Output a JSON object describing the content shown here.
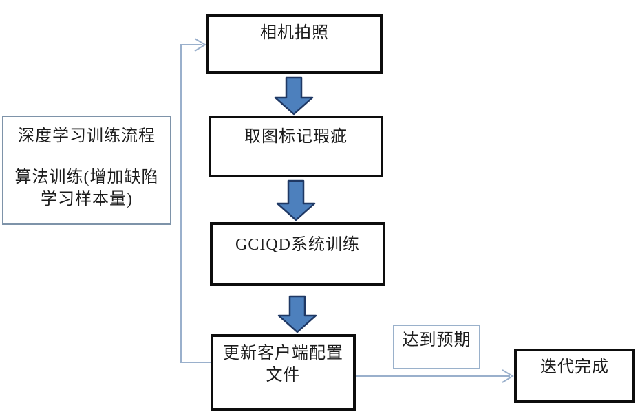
{
  "flowchart": {
    "steps": [
      {
        "label": "相机拍照"
      },
      {
        "label": "取图标记瑕疵"
      },
      {
        "label": "GCIQD系统训练"
      },
      {
        "label_lines": [
          "更新客户端配置",
          "文件"
        ]
      }
    ],
    "note": {
      "line1": "深度学习训练流程",
      "line2": "算法训练(增加缺陷",
      "line3": "学习样本量)"
    },
    "branch_label": "达到预期",
    "end_label": "迭代完成",
    "colors": {
      "background": "#ffffff",
      "text": "#1c1c1c",
      "main_box_border": "#0d0d0d",
      "note_box_border": "#7e93a9",
      "expect_box_border": "#9ab1cb",
      "connector": "#9ab0cc",
      "block_arrow_fill": "#4d80bd",
      "block_arrow_border": "#1f3864"
    }
  }
}
